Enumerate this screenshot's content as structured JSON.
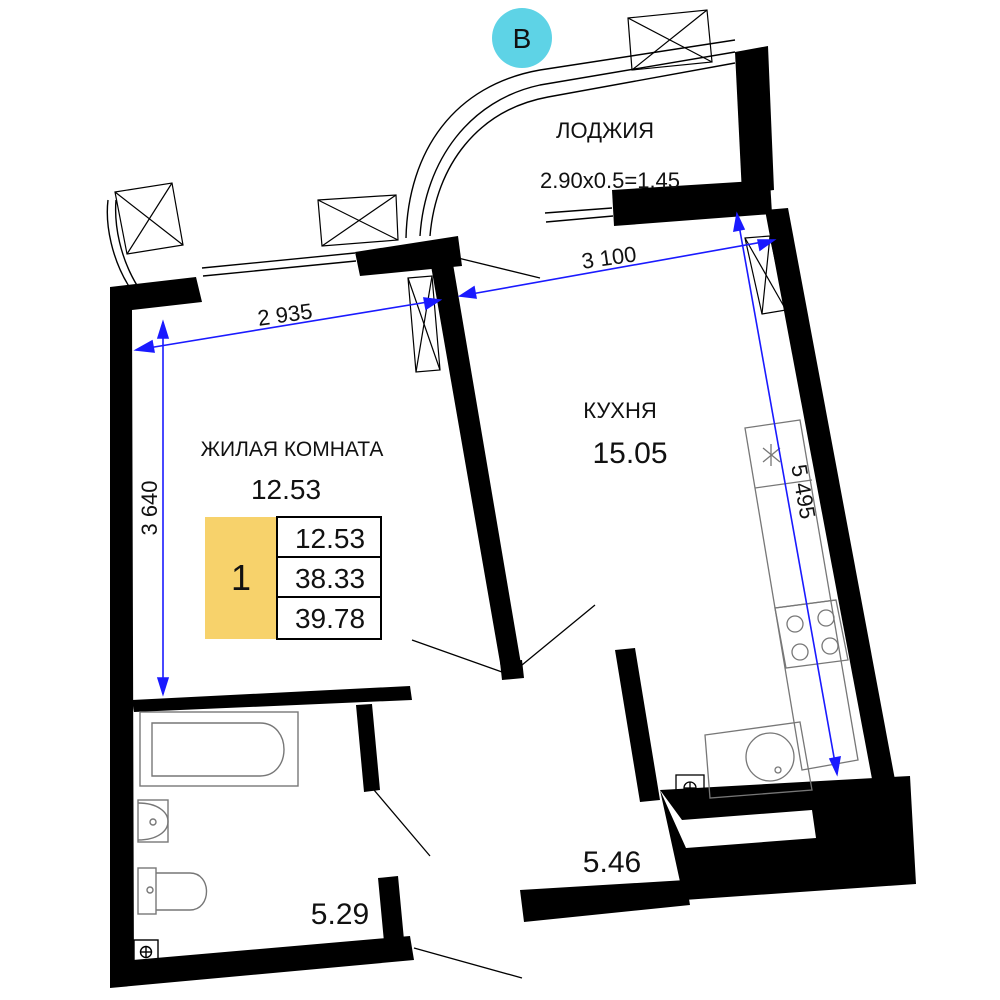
{
  "compass": {
    "label": "В"
  },
  "rooms": {
    "loggia": {
      "name": "ЛОДЖИЯ",
      "area_formula": "2.90x0.5=1.45"
    },
    "living": {
      "name": "ЖИЛАЯ КОМНАТА",
      "area": "12.53"
    },
    "kitchen": {
      "name": "КУХНЯ",
      "area": "15.05"
    },
    "hall": {
      "area": "5.46"
    },
    "bathroom": {
      "area": "5.29"
    }
  },
  "summary": {
    "rooms_count": "1",
    "living_area": "12.53",
    "total_area": "38.33",
    "total_with_loggia": "39.78"
  },
  "dimensions": {
    "living_width": "2 935",
    "living_depth": "3 640",
    "kitchen_width": "3 100",
    "kitchen_depth": "5 495"
  },
  "colors": {
    "wall": "#000000",
    "dimension_line": "#1a1aff",
    "compass_fill": "#5ed3e6",
    "summary_fill": "#f7d26b",
    "fixture_stroke": "#777777"
  }
}
